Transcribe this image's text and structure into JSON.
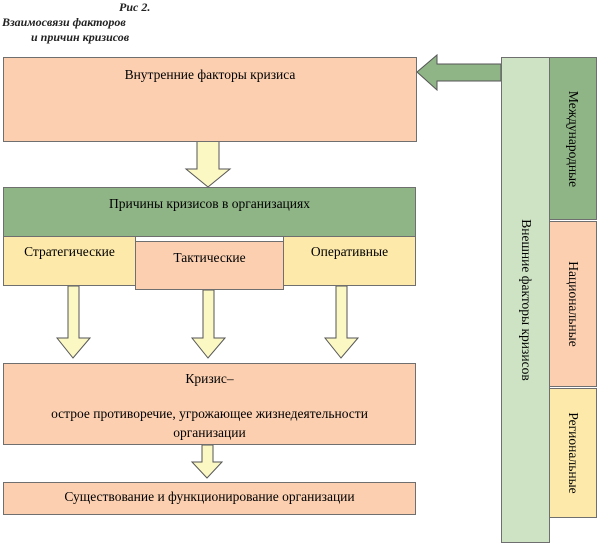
{
  "caption": {
    "line1": "Рис 2.",
    "line2": "Взаимосвязи факторов",
    "line3": "и причин кризисов"
  },
  "internal_factors": "Внутренние факторы кризиса",
  "causes": {
    "header": "Причины кризисов в организациях",
    "strategic": "Стратегические",
    "tactical": "Тактические",
    "operational": "Оперативные"
  },
  "crisis": {
    "title": "Кризис–",
    "definition": "острое противоречие, угрожающее жизнедеятельности организации"
  },
  "existence": "Существование и функционирование организации",
  "external_factors": {
    "label": "Внешние факторы кризисов",
    "international": "Международные",
    "national": "Национальные",
    "regional": "Региональные"
  },
  "colors": {
    "salmon": "#fbcfb0",
    "green": "#8fb486",
    "light_green": "#cde3c3",
    "yellow": "#fde9aa",
    "arrow_fill": "#fbf8c4"
  }
}
